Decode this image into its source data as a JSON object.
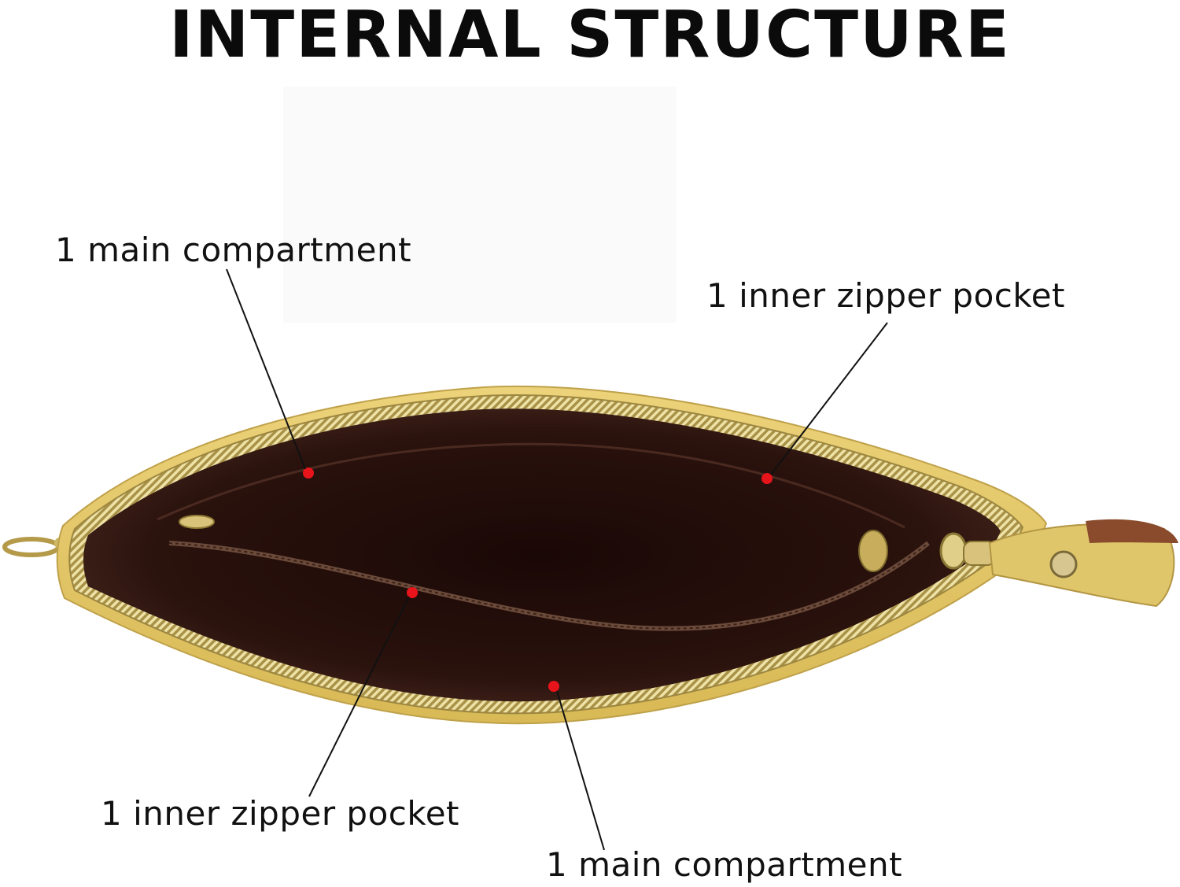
{
  "title": "INTERNAL STRUCTURE",
  "callouts": [
    {
      "id": "main-top",
      "text": "1 main compartment"
    },
    {
      "id": "zip-top",
      "text": "1 inner zipper pocket"
    },
    {
      "id": "zip-bottom",
      "text": "1 inner zipper pocket"
    },
    {
      "id": "main-bottom",
      "text": "1 main compartment"
    }
  ],
  "colors": {
    "leather": "#e3c462",
    "lining": "#2a140f",
    "zipper": "#c9b56d",
    "marker": "#e8141c",
    "leader": "#111111"
  }
}
